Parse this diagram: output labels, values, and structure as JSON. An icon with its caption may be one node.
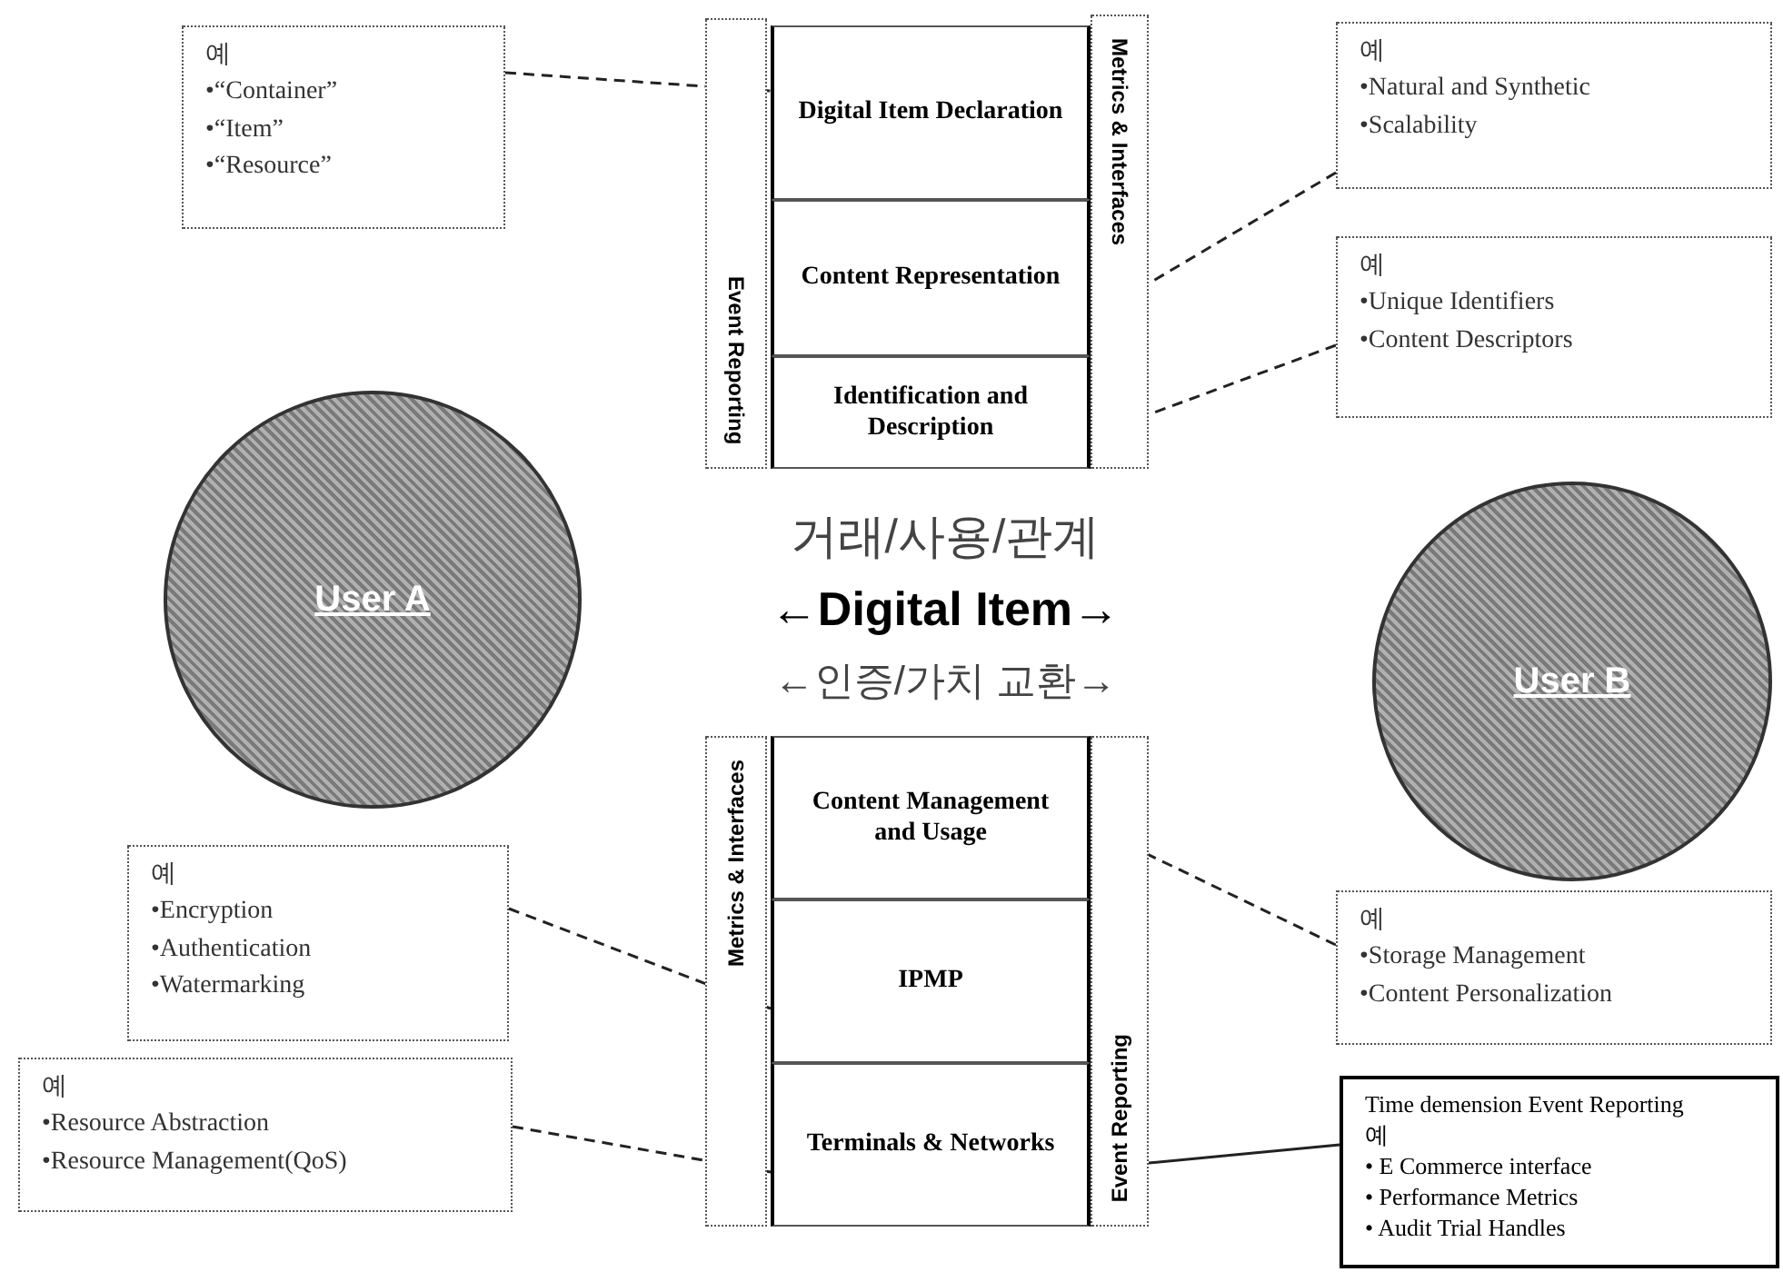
{
  "diagram": {
    "nodes": [
      {
        "text": [
          "Event Reporting"
        ]
      },
      {
        "text": [
          "Digital Item Declaration"
        ]
      },
      {
        "text": [
          "Content Representation"
        ]
      },
      {
        "text": [
          "Identification and Description"
        ]
      },
      {
        "text": [
          "Metrics & Interfaces"
        ]
      },
      {
        "text": [
          "User A"
        ]
      },
      {
        "text": [
          "User B"
        ]
      },
      {
        "text": [
          "Content Management and Usage"
        ]
      },
      {
        "text": [
          "IPMP"
        ]
      },
      {
        "text": [
          "Terminals & Networks"
        ]
      },
      {
        "text": [
          "Metrics & Interfaces"
        ]
      },
      {
        "text": [
          "Event Reporting"
        ]
      },
      {
        "text": [
          "예",
          "•“Container”",
          "•“Item”",
          "•“Resource”"
        ]
      },
      {
        "text": [
          "예",
          "•Natural and Synthetic",
          "•Scalability"
        ]
      },
      {
        "text": [
          "예",
          "•Unique Identifiers",
          "•Content Descriptors"
        ]
      },
      {
        "text": [
          "예",
          "•Encryption",
          "•Authentication",
          "•Watermarking"
        ]
      },
      {
        "text": [
          "예",
          "•Resource Abstraction",
          "•Resource Management(QoS)"
        ]
      },
      {
        "text": [
          "예",
          "•Storage Management",
          "•Content Personalization"
        ]
      },
      {
        "text": [
          "Time demension Event Reporting",
          "예",
          "• E Commerce interface",
          "• Performance Metrics",
          "• Audit Trial Handles"
        ]
      }
    ],
    "edges": [
      {
        "from": 12,
        "to": 1,
        "arrow": "none",
        "style": "dashed"
      },
      {
        "from": 13,
        "to": 2,
        "arrow": "none",
        "style": "dashed"
      },
      {
        "from": 14,
        "to": 3,
        "arrow": "none",
        "style": "dashed"
      },
      {
        "from": 15,
        "to": 8,
        "arrow": "none",
        "style": "dashed"
      },
      {
        "from": 16,
        "to": 9,
        "arrow": "none",
        "style": "dashed"
      },
      {
        "from": 17,
        "to": 7,
        "arrow": "none",
        "style": "dashed"
      },
      {
        "from": 18,
        "to": 11,
        "arrow": "none"
      }
    ],
    "labels": [
      "거래/사용/관계",
      "←Digital Item→",
      "←인증/가치 교환→"
    ]
  }
}
